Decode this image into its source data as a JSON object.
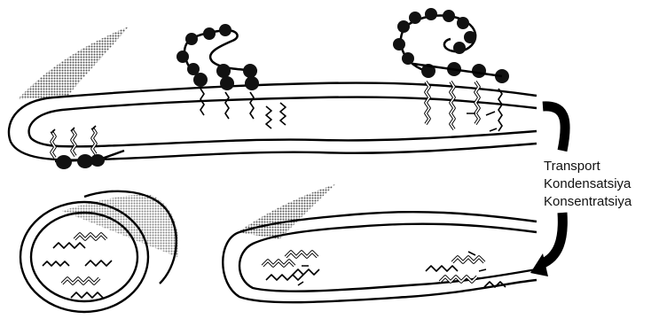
{
  "labels": {
    "transport": "Transport",
    "condensation": "Kondensatsiya",
    "concentration": "Konsentratsiya"
  },
  "colors": {
    "ink": "#000000",
    "background": "#ffffff",
    "shade": "#555555"
  },
  "icons": {
    "process_arrow": "curved-arrow-down-left"
  }
}
